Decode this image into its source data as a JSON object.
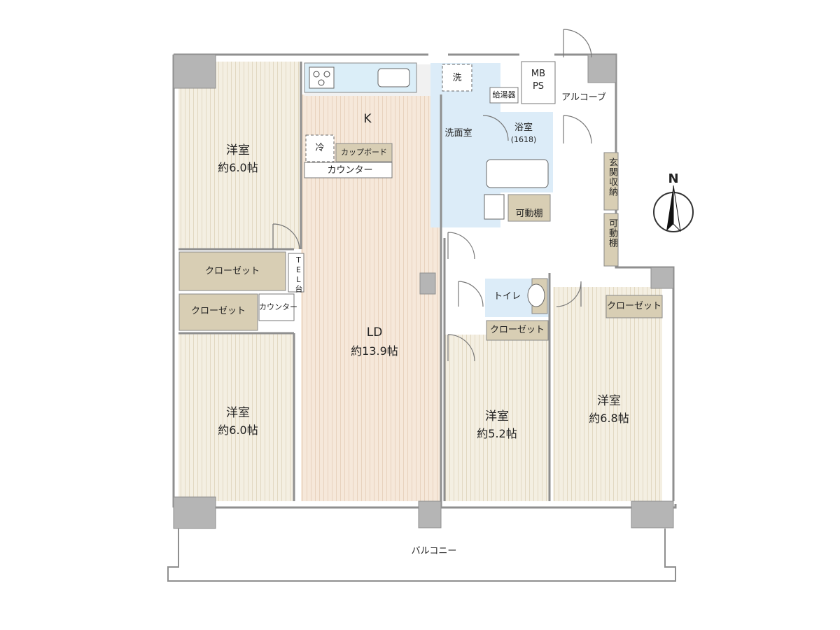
{
  "rooms": {
    "western_nw": {
      "name": "洋室",
      "size": "約6.0帖"
    },
    "western_sw": {
      "name": "洋室",
      "size": "約6.0帖"
    },
    "western_mid": {
      "name": "洋室",
      "size": "約5.2帖"
    },
    "western_se": {
      "name": "洋室",
      "size": "約6.8帖"
    },
    "ld": {
      "name": "LD",
      "size": "約13.9帖"
    },
    "kitchen": {
      "name": "K"
    }
  },
  "labels": {
    "closet": "クローゼット",
    "counter": "カウンター",
    "cupboard": "カップボード",
    "fridge": "冷",
    "washer": "洗",
    "water_heater": "給湯器",
    "washroom": "洗面室",
    "bathroom": "浴室",
    "bath_size": "(1618)",
    "movable_shelf": "可動棚",
    "entrance_storage": "玄関収納",
    "toilet": "トイレ",
    "tel_stand": "TEL台",
    "mbps_line1": "MB",
    "mbps_line2": "PS",
    "alcove": "アルコーブ",
    "balcony": "バルコニー",
    "north": "N"
  },
  "colors": {
    "floor_wood": "#f3eedf",
    "floor_ld": "#f5e6d6",
    "wet_area": "#dcecf8",
    "storage": "#d8ceb4",
    "wall": "#8f8f8f",
    "pillar": "#b5b5b5"
  },
  "icons": [
    "stove-icon",
    "sink-icon",
    "bathtub-icon",
    "toilet-icon",
    "compass-icon"
  ]
}
